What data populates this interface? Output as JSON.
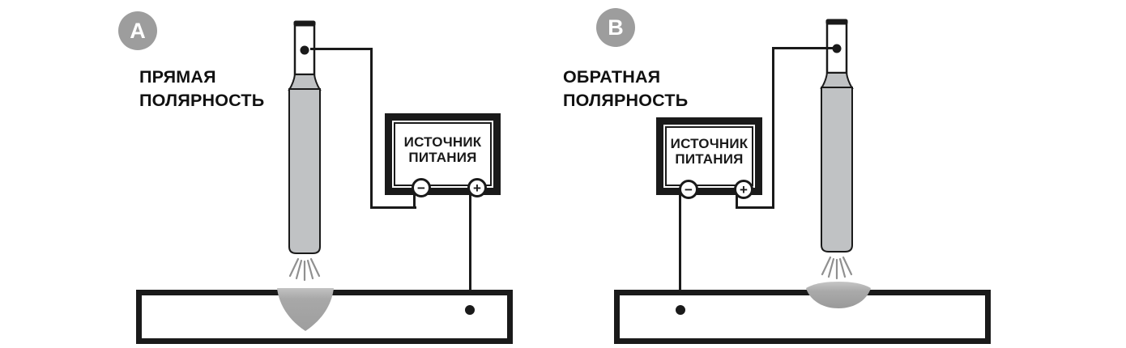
{
  "diagram": "welding-polarity-comparison",
  "panels": [
    {
      "badge": "A",
      "title_line1": "ПРЯМАЯ",
      "title_line2": "ПОЛЯРНОСТЬ",
      "power_source": {
        "label_line1": "ИСТОЧНИК",
        "label_line2": "ПИТАНИЯ",
        "negative_symbol": "−",
        "positive_symbol": "+"
      },
      "electrode_connected_to": "−",
      "workpiece_connected_to": "+",
      "weld_pool_shape": "deep-narrow"
    },
    {
      "badge": "B",
      "title_line1": "ОБРАТНАЯ",
      "title_line2": "ПОЛЯРНОСТЬ",
      "power_source": {
        "label_line1": "ИСТОЧНИК",
        "label_line2": "ПИТАНИЯ",
        "negative_symbol": "−",
        "positive_symbol": "+"
      },
      "electrode_connected_to": "+",
      "workpiece_connected_to": "−",
      "weld_pool_shape": "wide-shallow"
    }
  ],
  "colors": {
    "background": "#ffffff",
    "line": "#1a1a1a",
    "badge": "#9d9d9d",
    "electrode_fill": "#c0c2c4",
    "weld_pool_top": "#c2c2c2",
    "weld_pool_bottom": "#9e9e9e",
    "arc_rays": "#909090"
  }
}
